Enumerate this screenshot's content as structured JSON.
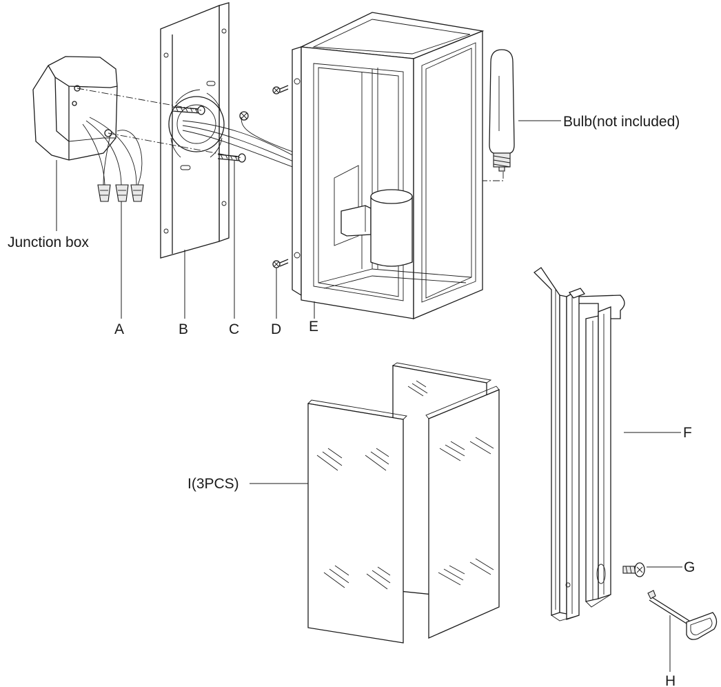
{
  "labels": {
    "junction_box": "Junction box",
    "bulb": "Bulb(not included)",
    "a": "A",
    "b": "B",
    "c": "C",
    "d": "D",
    "e": "E",
    "f": "F",
    "g": "G",
    "h": "H",
    "i": "I(3PCS)"
  }
}
